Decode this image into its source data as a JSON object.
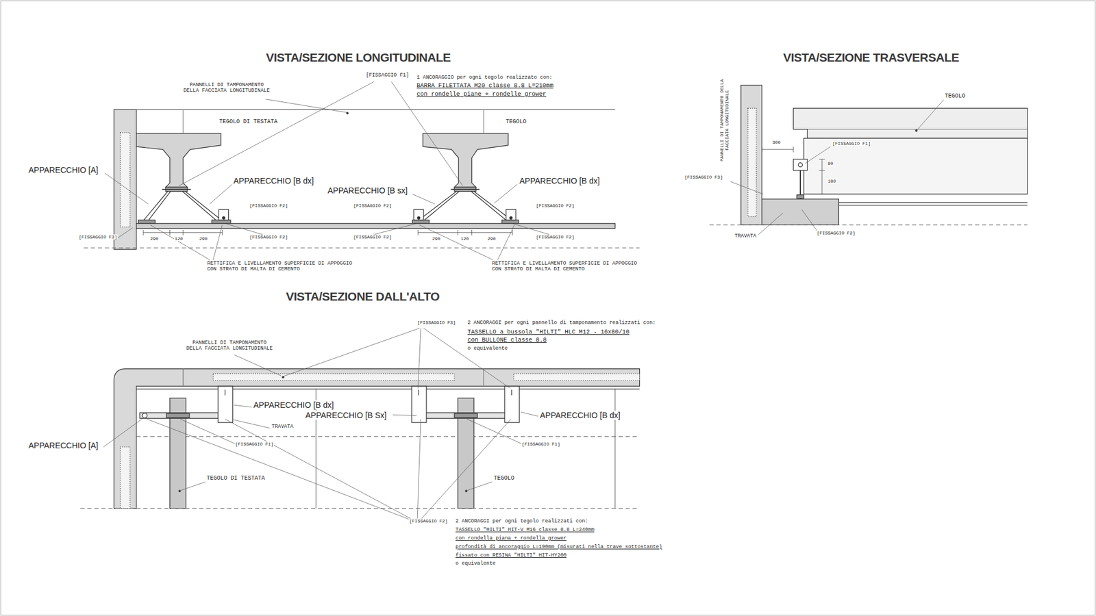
{
  "diagram": {
    "labels": [
      "VISTA/SEZIONE LONGITUDINALE",
      "PANNELLI DI TAMPONAMENTO DELLA FACCIATA LONGITUDINALE",
      "[FISSAGGIO F1]",
      "1 ANCORAGGIO per ogni tegolo realizzato con:",
      "BARRA FILETTATA M20 classe 8.8 L=210mm",
      "con rondelle piane + rondelle grower",
      "TEGOLO DI TESTATA",
      "TEGOLO",
      "APPARECCHIO [A]",
      "APPARECCHIO [B dx]",
      "APPARECCHIO [B sx]",
      "APPARECCHIO [B dx]",
      "[FISSAGGIO F2]",
      "[FISSAGGIO F2]",
      "[FISSAGGIO F2]",
      "[FISSAGGIO F3]",
      "290",
      "120",
      "290",
      "[FISSAGGIO F2]",
      "[FISSAGGIO F2]",
      "290",
      "120",
      "290",
      "[FISSAGGIO F2]",
      "RETTIFICA E LIVELLAMENTO SUPERFICIE DI APPOGGIO CON STRATO DI MALTA DI CEMENTO",
      "RETTIFICA E LIVELLAMENTO SUPERFICIE DI APPOGGIO CON STRATO DI MALTA DI CEMENTO",
      "VISTA/SEZIONE TRASVERSALE",
      "PANNELLI DI TAMPONAMENTO DELLA FACCIATA LONGITUDINALE",
      "TEGOLO",
      "300",
      "[FISSAGGIO F1]",
      "80",
      "180",
      "[FISSAGGIO F3]",
      "TRAVATA",
      "[FISSAGGIO F2]",
      "VISTA/SEZIONE DALL'ALTO",
      "[FISSAGGIO F3]",
      "2 ANCORAGGI per ogni pannello di tamponamento realizzati con:",
      "TASSELLO a bussola \"HILTI\" HLC M12 - 16x80/10",
      "con BULLONE classe 8.8",
      "o equivalente",
      "PANNELLI DI TAMPONAMENTO DELLA FACCIATA LONGITUDINALE",
      "APPARECCHIO [B dx]",
      "APPARECCHIO [B Sx]",
      "APPARECCHIO [B dx]",
      "TRAVATA",
      "APPARECCHIO [A]",
      "[FISSAGGIO F1]",
      "[FISSAGGIO F1]",
      "TEGOLO DI TESTATA",
      "TEGOLO",
      "[FISSAGGIO F2]",
      "2 ANCORAGGI per ogni tegolo realizzati con:",
      "TASSELLO \"HILTI\" HIT-V M16 classe 8.8 L=240mm",
      "con rondella piana + rondella grower",
      "profondità di ancoraggio L=190mm (misurati nella trave sottostante)",
      "fissato con RESINA \"HILTI\" HIT-HY200",
      "o equivalente"
    ]
  }
}
